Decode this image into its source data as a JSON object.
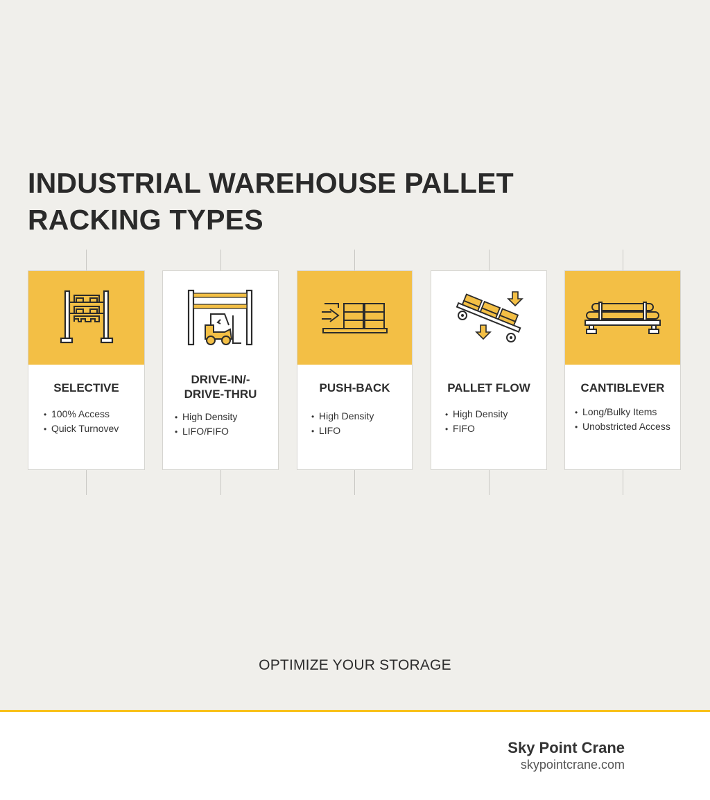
{
  "page": {
    "title": "INDUSTRIAL WAREHOUSE PALLET RACKING TYPES",
    "tagline": "OPTIMIZE YOUR STORAGE"
  },
  "colors": {
    "background": "#f0efeb",
    "accent_yellow": "#f3bf45",
    "footer_band": "#f8c11a",
    "text_dark": "#2a2a2a"
  },
  "cards": [
    {
      "title": "SELECTIVE",
      "icon": "selective-rack-icon",
      "header_style": "yellow",
      "features": [
        "100% Access",
        "Quick Turnovev"
      ]
    },
    {
      "title": "DRIVE-IN/- DRIVE-THRU",
      "title_line1": "DRIVE-IN/-",
      "title_line2": "DRIVE-THRU",
      "icon": "forklift-rack-icon",
      "header_style": "white",
      "features": [
        "High Density",
        "LIFO/FIFO"
      ]
    },
    {
      "title": "PUSH-BACK",
      "icon": "push-back-rack-icon",
      "header_style": "yellow",
      "features": [
        "High Density",
        "LIFO"
      ]
    },
    {
      "title": "PALLET FLOW",
      "icon": "pallet-flow-icon",
      "header_style": "white",
      "features": [
        "High Density",
        "FIFO"
      ]
    },
    {
      "title": "CANTIBLEVER",
      "icon": "cantilever-rack-icon",
      "header_style": "yellow",
      "features": [
        "Long/Bulky Items",
        "Unobstricted Access"
      ]
    }
  ],
  "footer": {
    "brand_name": "Sky Point Crane",
    "brand_url": "skypointcrane.com"
  }
}
